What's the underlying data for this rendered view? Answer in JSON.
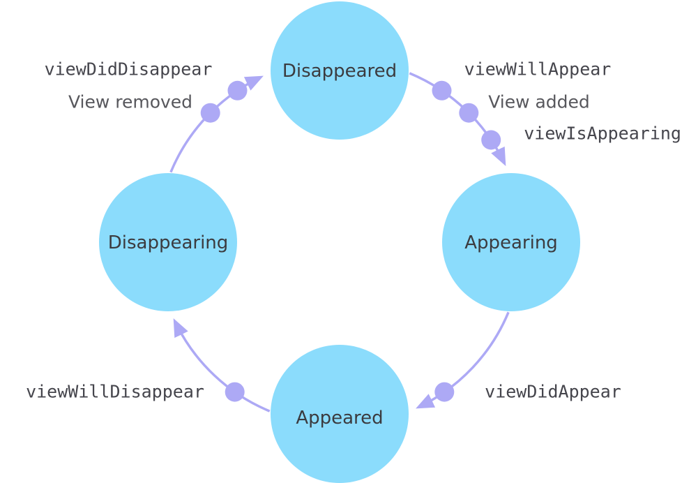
{
  "diagram": {
    "name": "view-lifecycle-state-diagram",
    "states": [
      {
        "id": "disappeared",
        "label": "Disappeared"
      },
      {
        "id": "appearing",
        "label": "Appearing"
      },
      {
        "id": "appeared",
        "label": "Appeared"
      },
      {
        "id": "disappearing",
        "label": "Disappearing"
      }
    ],
    "transitions": [
      {
        "from": "disappearing",
        "to": "disappeared",
        "methods": [
          "viewDidDisappear"
        ],
        "note": "View removed",
        "dots": 2
      },
      {
        "from": "disappeared",
        "to": "appearing",
        "methods": [
          "viewWillAppear",
          "viewIsAppearing"
        ],
        "note": "View added",
        "dots": 3
      },
      {
        "from": "appearing",
        "to": "appeared",
        "methods": [
          "viewDidAppear"
        ],
        "note": "",
        "dots": 1
      },
      {
        "from": "appeared",
        "to": "disappearing",
        "methods": [
          "viewWillDisappear"
        ],
        "note": "",
        "dots": 1
      }
    ]
  },
  "colors": {
    "state_fill": "#8BDCFC",
    "arrow": "#ADA9F5",
    "state_text": "#3B3B3F",
    "code_text": "#45454C",
    "note_text": "#57575C",
    "background": "#FFFFFF"
  }
}
